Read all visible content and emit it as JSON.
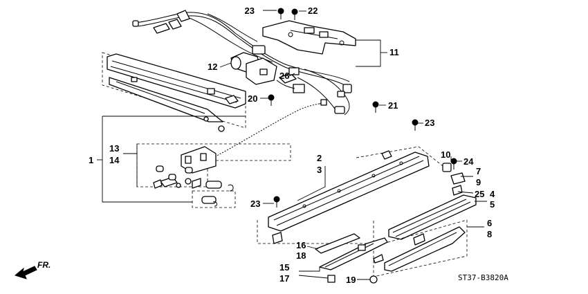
{
  "diagram": {
    "callouts": {
      "c1": "1",
      "c2": "2",
      "c3": "3",
      "c4": "4",
      "c5": "5",
      "c6": "6",
      "c7": "7",
      "c8": "8",
      "c9": "9",
      "c10": "10",
      "c11": "11",
      "c12": "12",
      "c13": "13",
      "c14": "14",
      "c15": "15",
      "c16": "16",
      "c17": "17",
      "c18": "18",
      "c19": "19",
      "c20": "20",
      "c21": "21",
      "c22": "22",
      "c23a": "23",
      "c23b": "23",
      "c23c": "23",
      "c24": "24",
      "c25": "25",
      "c26": "26"
    },
    "direction_label": "FR.",
    "diagram_code": "ST37-B3820A"
  }
}
